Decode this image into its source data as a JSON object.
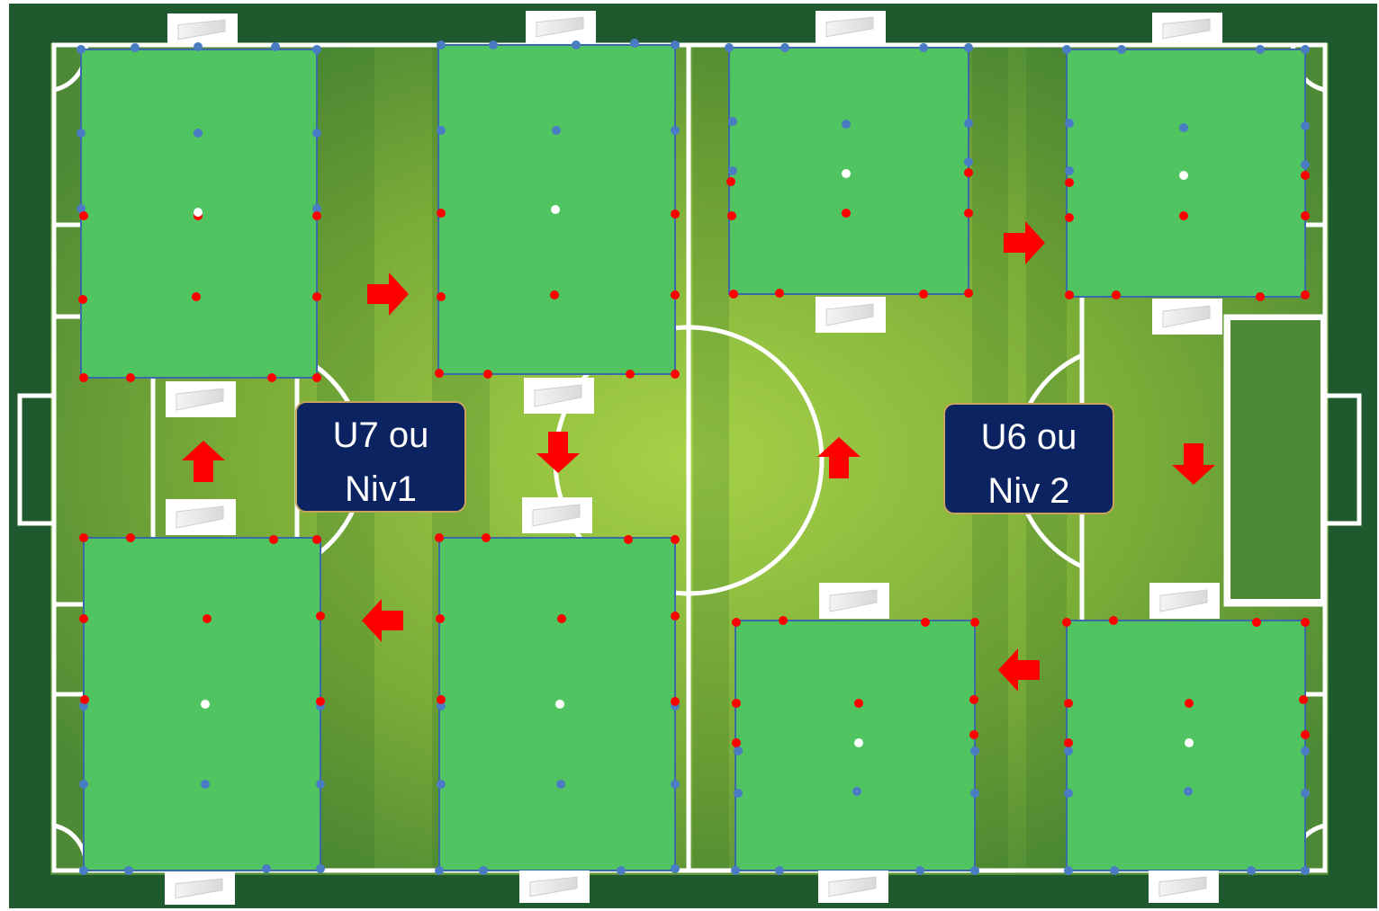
{
  "groups": [
    {
      "line1": "U7 ou",
      "line2": "Niv1"
    },
    {
      "line1": "U6 ou",
      "line2": "Niv 2"
    }
  ],
  "colors": {
    "grass_dark": "#4e8a35",
    "grass_light": "#8cbf3f",
    "surround": "#1f5a2e",
    "mini_field": "#50c460",
    "mini_field_border": "#3b6aa8",
    "player_blue": "#4a7cc4",
    "player_red": "#ff0000",
    "ball": "#ffffff",
    "arrow": "#ff0000",
    "label_bg": "#0b2461",
    "label_border": "#c9a45c",
    "label_text": "#ffffff"
  },
  "icons": [
    "goal-icon",
    "arrow-icon",
    "player-marker",
    "ball-marker"
  ]
}
